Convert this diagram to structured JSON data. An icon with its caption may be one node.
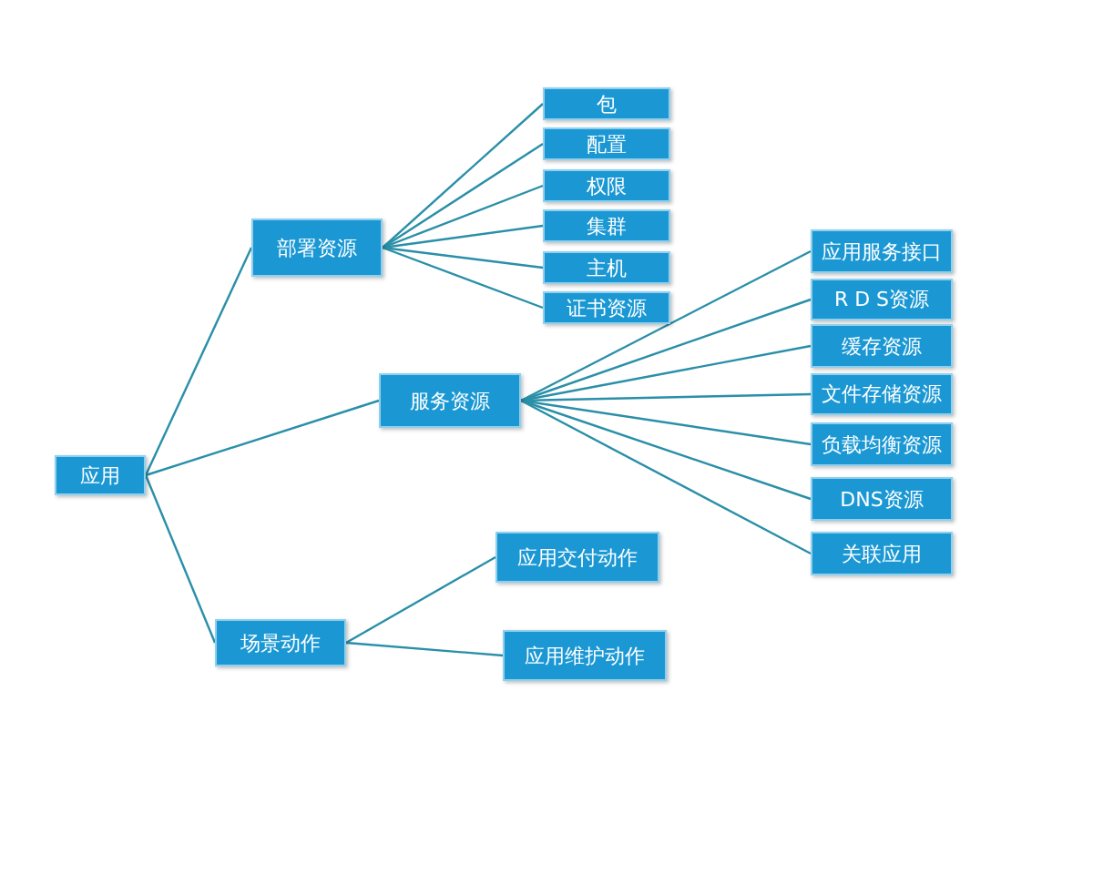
{
  "diagram": {
    "nodes": [
      {
        "text": [
          "应用"
        ]
      },
      {
        "text": [
          "部署资源"
        ]
      },
      {
        "text": [
          "服务资源"
        ]
      },
      {
        "text": [
          "场景动作"
        ]
      },
      {
        "text": [
          "包"
        ]
      },
      {
        "text": [
          "配置"
        ]
      },
      {
        "text": [
          "权限"
        ]
      },
      {
        "text": [
          "集群"
        ]
      },
      {
        "text": [
          "主机"
        ]
      },
      {
        "text": [
          "证书资源"
        ]
      },
      {
        "text": [
          "应用服务接口"
        ]
      },
      {
        "text": [
          "R D S资源"
        ]
      },
      {
        "text": [
          "缓存资源"
        ]
      },
      {
        "text": [
          "文件存储资源"
        ]
      },
      {
        "text": [
          "负载均衡资源"
        ]
      },
      {
        "text": [
          "DNS资源"
        ]
      },
      {
        "text": [
          "关联应用"
        ]
      },
      {
        "text": [
          "应用交付动作"
        ]
      },
      {
        "text": [
          "应用维护动作"
        ]
      }
    ],
    "edges": [
      {
        "from": 0,
        "to": 1,
        "arrow": "none"
      },
      {
        "from": 0,
        "to": 2,
        "arrow": "none"
      },
      {
        "from": 0,
        "to": 3,
        "arrow": "none"
      },
      {
        "from": 1,
        "to": 4,
        "arrow": "none"
      },
      {
        "from": 1,
        "to": 5,
        "arrow": "none"
      },
      {
        "from": 1,
        "to": 6,
        "arrow": "none"
      },
      {
        "from": 1,
        "to": 7,
        "arrow": "none"
      },
      {
        "from": 1,
        "to": 8,
        "arrow": "none"
      },
      {
        "from": 1,
        "to": 9,
        "arrow": "none"
      },
      {
        "from": 2,
        "to": 10,
        "arrow": "none"
      },
      {
        "from": 2,
        "to": 11,
        "arrow": "none"
      },
      {
        "from": 2,
        "to": 12,
        "arrow": "none"
      },
      {
        "from": 2,
        "to": 13,
        "arrow": "none"
      },
      {
        "from": 2,
        "to": 14,
        "arrow": "none"
      },
      {
        "from": 2,
        "to": 15,
        "arrow": "none"
      },
      {
        "from": 2,
        "to": 16,
        "arrow": "none"
      },
      {
        "from": 3,
        "to": 17,
        "arrow": "none"
      },
      {
        "from": 3,
        "to": 18,
        "arrow": "none"
      }
    ]
  }
}
